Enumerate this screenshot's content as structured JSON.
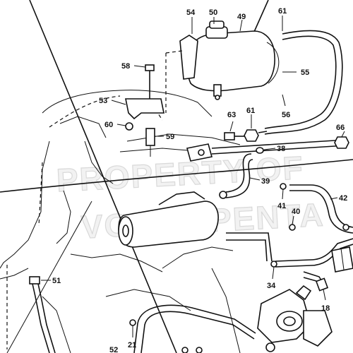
{
  "watermark": {
    "line1": "PROPERTY OF",
    "line2": "VOLVO PENTA"
  },
  "callouts": [
    {
      "id": "c54",
      "label": "54"
    },
    {
      "id": "c50",
      "label": "50"
    },
    {
      "id": "c49",
      "label": "49"
    },
    {
      "id": "c61a",
      "label": "61"
    },
    {
      "id": "c55",
      "label": "55"
    },
    {
      "id": "c56",
      "label": "56"
    },
    {
      "id": "c58",
      "label": "58"
    },
    {
      "id": "c53",
      "label": "53"
    },
    {
      "id": "c60",
      "label": "60"
    },
    {
      "id": "c59",
      "label": "59"
    },
    {
      "id": "c63",
      "label": "63"
    },
    {
      "id": "c61b",
      "label": "61"
    },
    {
      "id": "c66",
      "label": "66"
    },
    {
      "id": "c38",
      "label": "38"
    },
    {
      "id": "c39",
      "label": "39"
    },
    {
      "id": "c42",
      "label": "42"
    },
    {
      "id": "c41",
      "label": "41"
    },
    {
      "id": "c40",
      "label": "40"
    },
    {
      "id": "c51",
      "label": "51"
    },
    {
      "id": "c34",
      "label": "34"
    },
    {
      "id": "c18",
      "label": "18"
    },
    {
      "id": "c21",
      "label": "21"
    },
    {
      "id": "c52",
      "label": "52"
    }
  ]
}
